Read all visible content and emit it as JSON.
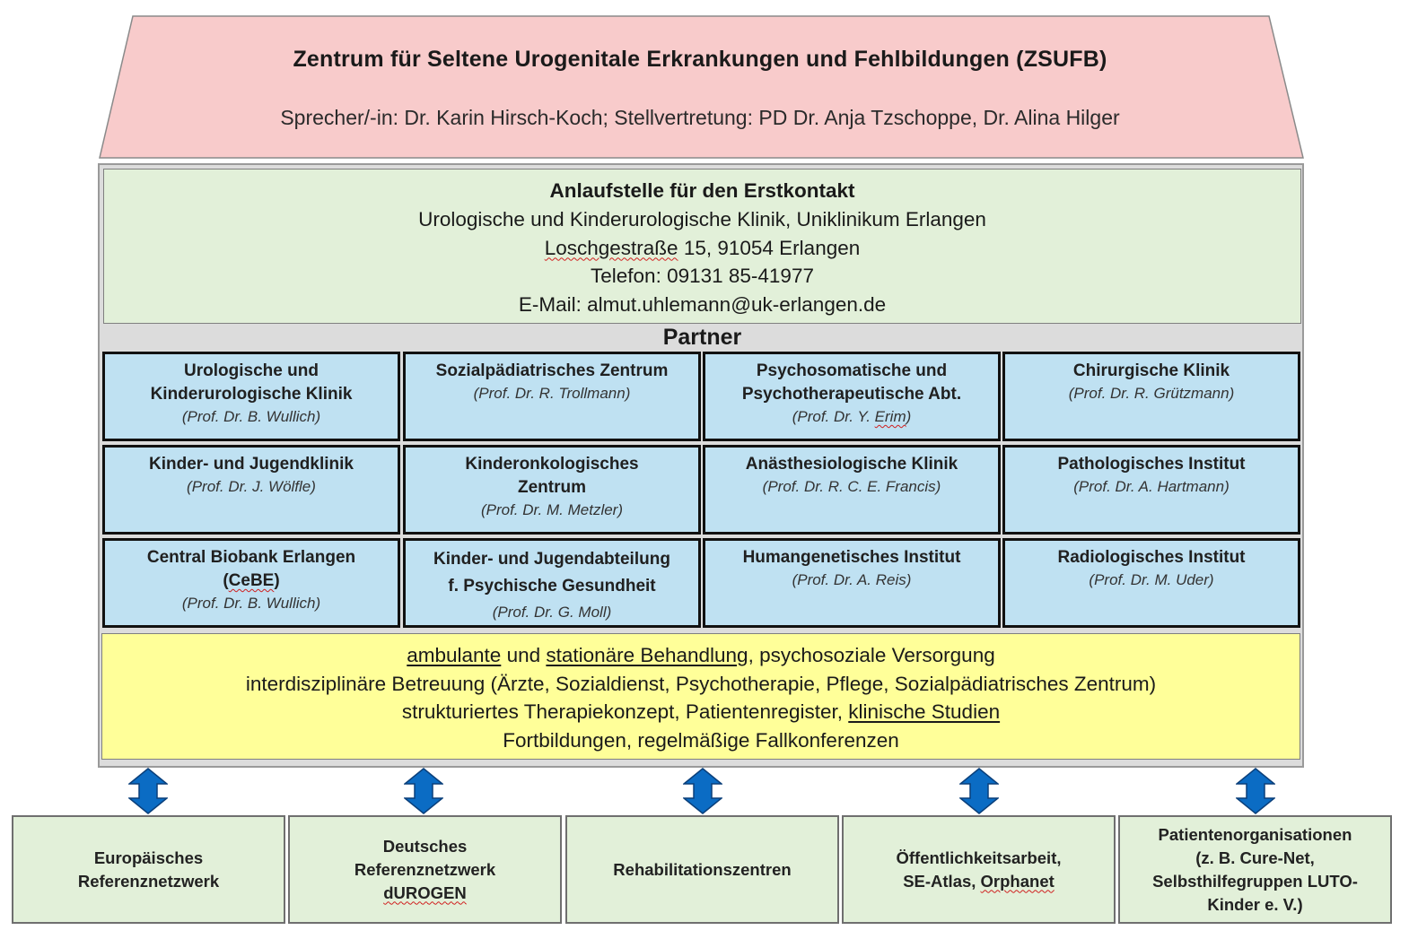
{
  "header": {
    "title": "Zentrum für Seltene Urogenitale Erkrankungen und Fehlbildungen (ZSUFB)",
    "subtitle": "Sprecher/-in: Dr. Karin Hirsch-Koch; Stellvertretung: PD Dr. Anja Tzschoppe, Dr. Alina Hilger"
  },
  "contact": {
    "heading": "Anlaufstelle für den Erstkontakt",
    "clinic": "Urologische und Kinderurologische Klinik, Uniklinikum Erlangen",
    "street": "Loschgestraße",
    "address_rest": " 15, 91054 Erlangen",
    "phone": "Telefon: 09131 85-41977",
    "email": "E-Mail: almut.uhlemann@uk-erlangen.de"
  },
  "partner_title": "Partner",
  "partners": [
    {
      "name1": "Urologische und",
      "name2": "Kinderurologische Klinik",
      "head": "(Prof. Dr. B. Wullich)"
    },
    {
      "name1": "Sozialpädiatrisches Zentrum",
      "name2": "",
      "head": "(Prof. Dr. R. Trollmann)"
    },
    {
      "name1": "Psychosomatische und",
      "name2": "Psychotherapeutische Abt.",
      "head": "(Prof. Dr. Y. Erim)"
    },
    {
      "name1": "Chirurgische Klinik",
      "name2": "",
      "head": "(Prof. Dr. R. Grützmann)"
    },
    {
      "name1": "Kinder- und Jugendklinik",
      "name2": "",
      "head": "(Prof. Dr. J. Wölfle)"
    },
    {
      "name1": "Kinderonkologisches",
      "name2": "Zentrum",
      "head": "(Prof. Dr. M. Metzler)"
    },
    {
      "name1": "Anästhesiologische Klinik",
      "name2": "",
      "head": "(Prof. Dr. R. C. E. Francis)"
    },
    {
      "name1": "Pathologisches Institut",
      "name2": "",
      "head": "(Prof. Dr. A. Hartmann)"
    },
    {
      "name1": "Central Biobank Erlangen",
      "name2": "(CeBE)",
      "head": "(Prof. Dr. B. Wullich)"
    },
    {
      "name1": "Kinder- und Jugendabteilung",
      "name2": "f. Psychische Gesundheit",
      "head": "(Prof. Dr. G. Moll)"
    },
    {
      "name1": "Humangenetisches Institut",
      "name2": "",
      "head": "(Prof. Dr. A. Reis)"
    },
    {
      "name1": "Radiologisches Institut",
      "name2": "",
      "head": "(Prof. Dr. M. Uder)"
    }
  ],
  "services": {
    "l1_a": "ambulante",
    "l1_b": " und ",
    "l1_c": "stationäre Behandlung",
    "l1_d": ", psychosoziale Versorgung",
    "l2": "interdisziplinäre Betreuung (Ärzte, Sozialdienst, Psychotherapie, Pflege, Sozialpädiatrisches Zentrum)",
    "l3_a": "strukturiertes Therapiekonzept, Patientenregister, ",
    "l3_b": "klinische Studien",
    "l4": "Fortbildungen, regelmäßige Fallkonferenzen"
  },
  "networks": [
    {
      "lines": [
        "Europäisches",
        "Referenznetzwerk"
      ]
    },
    {
      "lines": [
        "Deutsches",
        "Referenznetzwerk",
        "dUROGEN"
      ]
    },
    {
      "lines": [
        "Rehabilitationszentren"
      ]
    },
    {
      "lines": [
        "Öffentlichkeitsarbeit,",
        "SE-Atlas, Orphanet"
      ]
    },
    {
      "lines": [
        "Patientenorganisationen",
        "(z. B. Cure-Net,",
        "Selbsthilfegruppen LUTO-",
        "Kinder e. V.)"
      ]
    }
  ],
  "colors": {
    "roof": "#f8cbcb",
    "contact": "#e2f0d9",
    "partner_cell": "#bfe1f2",
    "services": "#ffff99",
    "arrow": "#0b6cc4"
  }
}
